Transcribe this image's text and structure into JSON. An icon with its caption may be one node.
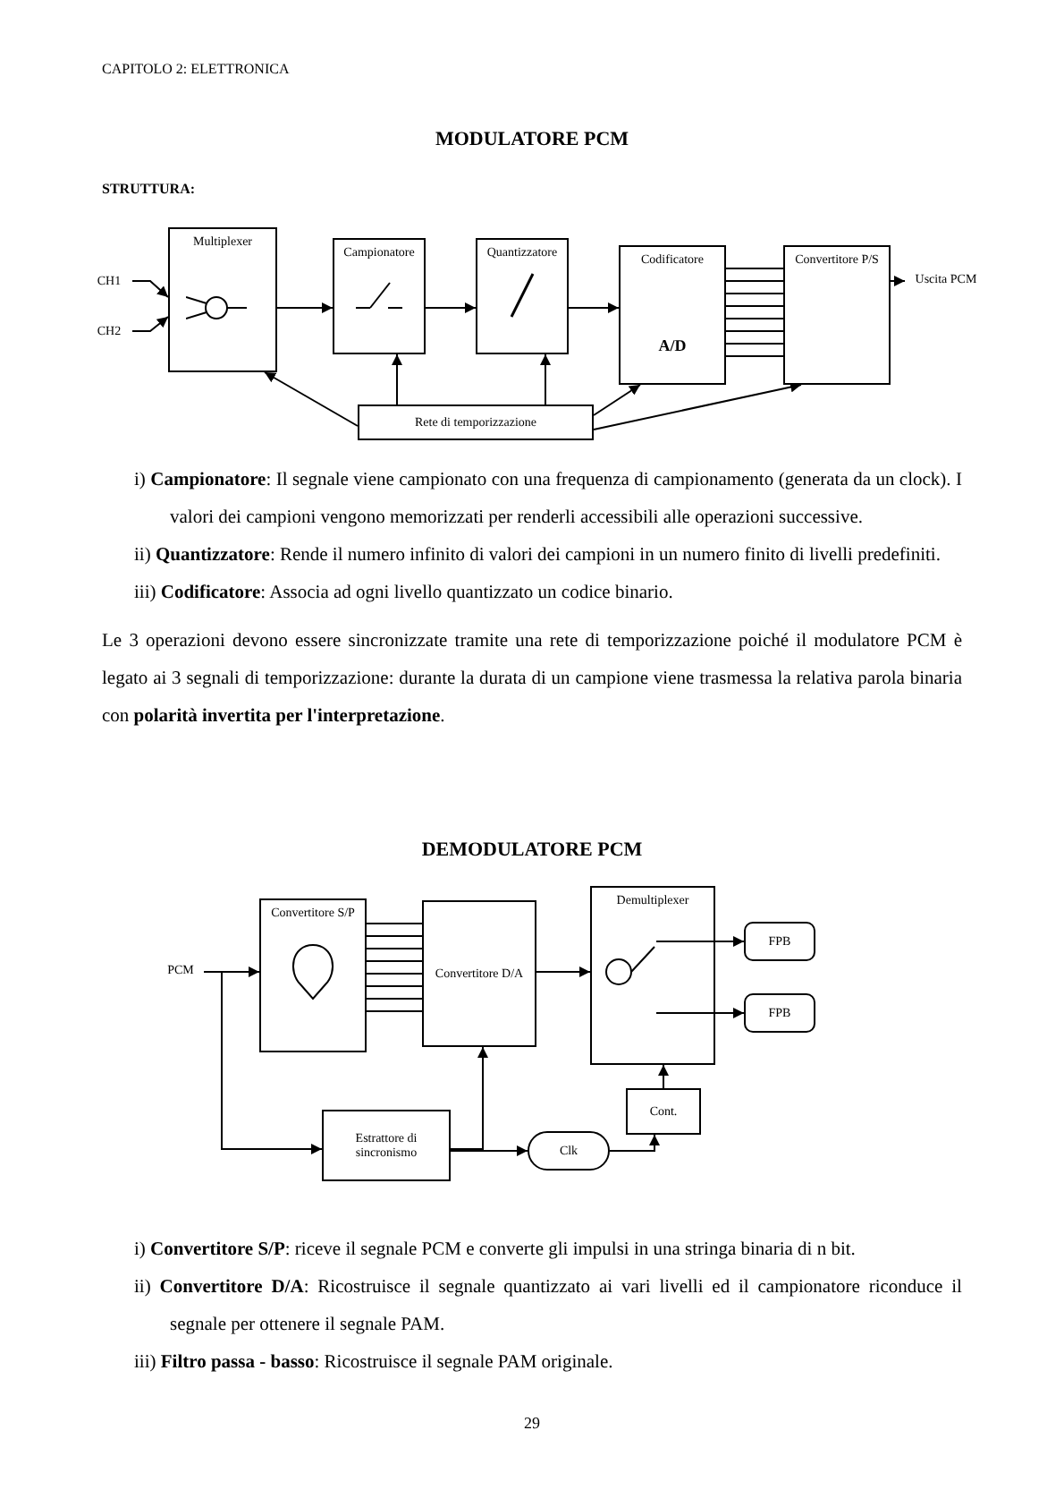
{
  "diagram": {
    "nodes": [
      {
        "text": [
          "CH1"
        ]
      },
      {
        "text": [
          "CH2"
        ]
      },
      {
        "text": [
          "Multiplexer"
        ]
      },
      {
        "text": [
          "Campionatore"
        ]
      },
      {
        "text": [
          "Quantizzatore"
        ]
      },
      {
        "text": [
          "Codificatore",
          "A/D"
        ]
      },
      {
        "text": [
          "Convertitore P/S"
        ]
      },
      {
        "text": [
          "Uscita PCM"
        ]
      },
      {
        "text": [
          "Rete di temporizzazione"
        ]
      },
      {
        "text": [
          "PCM"
        ]
      },
      {
        "text": [
          "Convertitore S/P"
        ]
      },
      {
        "text": [
          "Convertitore D/A"
        ]
      },
      {
        "text": [
          "Demultiplexer"
        ]
      },
      {
        "text": [
          "FPB"
        ]
      },
      {
        "text": [
          "FPB"
        ]
      },
      {
        "text": [
          "Estrattore di sincronismo"
        ]
      },
      {
        "text": [
          "Clk"
        ]
      },
      {
        "text": [
          "Cont."
        ]
      }
    ],
    "edges": [
      {
        "from": 0,
        "to": 2,
        "arrow": "to"
      },
      {
        "from": 1,
        "to": 2,
        "arrow": "to"
      },
      {
        "from": 2,
        "to": 3,
        "arrow": "to"
      },
      {
        "from": 3,
        "to": 4,
        "arrow": "to"
      },
      {
        "from": 4,
        "to": 5,
        "arrow": "to"
      },
      {
        "from": 5,
        "to": 6,
        "arrow": "none"
      },
      {
        "from": 6,
        "to": 7,
        "arrow": "to"
      },
      {
        "from": 8,
        "to": 2,
        "arrow": "to"
      },
      {
        "from": 8,
        "to": 3,
        "arrow": "to"
      },
      {
        "from": 8,
        "to": 4,
        "arrow": "to"
      },
      {
        "from": 8,
        "to": 5,
        "arrow": "to"
      },
      {
        "from": 8,
        "to": 6,
        "arrow": "to"
      },
      {
        "from": 9,
        "to": 10,
        "arrow": "to"
      },
      {
        "from": 9,
        "to": 15,
        "arrow": "to"
      },
      {
        "from": 10,
        "to": 11,
        "arrow": "none"
      },
      {
        "from": 11,
        "to": 12,
        "arrow": "to"
      },
      {
        "from": 12,
        "to": 13,
        "arrow": "to"
      },
      {
        "from": 12,
        "to": 14,
        "arrow": "to"
      },
      {
        "from": 15,
        "to": 11,
        "arrow": "to"
      },
      {
        "from": 15,
        "to": 16,
        "arrow": "to"
      },
      {
        "from": 16,
        "to": 17,
        "arrow": "to"
      },
      {
        "from": 17,
        "to": 12,
        "arrow": "to"
      }
    ],
    "labels": [
      "CAPITOLO 2: ELETTRONICA",
      "MODULATORE PCM",
      "STRUTTURA:",
      "i) **Campionatore**: Il segnale viene campionato con una frequenza di campionamento (generata da un clock). I valori dei campioni vengono memorizzati per renderli accessibili alle operazioni successive.",
      "ii) **Quantizzatore**: Rende il numero infinito di valori dei campioni in un numero finito di livelli predefiniti.",
      "iii) **Codificatore**: Associa ad ogni livello quantizzato un codice binario.",
      "Le 3 operazioni devono essere sincronizzate tramite una rete di temporizzazione poiché il modulatore PCM è legato ai 3 segnali di temporizzazione: durante la durata di un campione viene trasmessa la relativa parola binaria con **polarità invertita per l'interpretazione**.",
      "DEMODULATORE PCM",
      "i) **Convertitore S/P**: riceve il segnale PCM e converte gli impulsi in una stringa binaria di n bit.",
      "ii) **Convertitore D/A**: Ricostruisce il segnale quantizzato ai vari livelli ed il campionatore riconduce il segnale per ottenere il segnale PAM.",
      "iii) **Filtro passa - basso**: Ricostruisce il segnale PAM originale.",
      "29"
    ]
  }
}
